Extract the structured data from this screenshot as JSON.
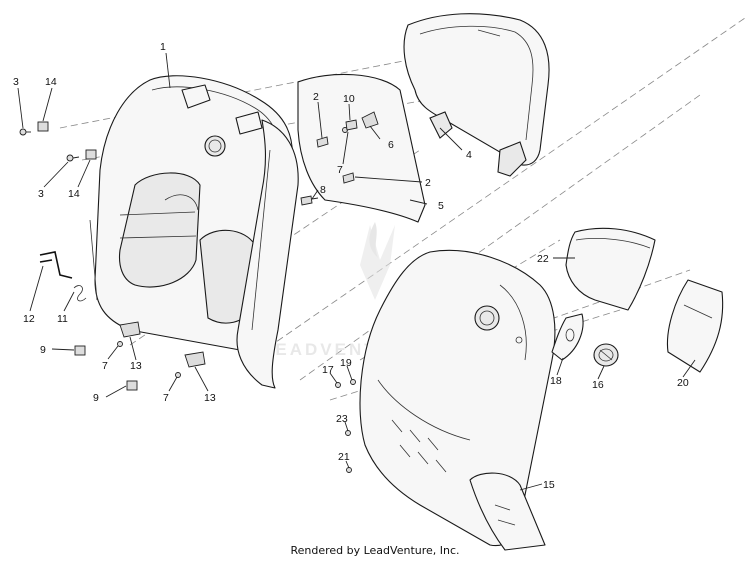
{
  "callouts": {
    "c1": "1",
    "c2a": "2",
    "c2b": "2",
    "c3a": "3",
    "c3b": "3",
    "c4": "4",
    "c5": "5",
    "c6": "6",
    "c7a": "7",
    "c7b": "7",
    "c7c": "7",
    "c8": "8",
    "c9a": "9",
    "c9b": "9",
    "c10": "10",
    "c11": "11",
    "c12": "12",
    "c13a": "13",
    "c13b": "13",
    "c14a": "14",
    "c14b": "14",
    "c15": "15",
    "c16": "16",
    "c17": "17",
    "c18": "18",
    "c19": "19",
    "c20": "20",
    "c21": "21",
    "c22": "22",
    "c23": "23"
  },
  "watermark": "LEADVENTURE",
  "footer": "Rendered by LeadVenture, Inc."
}
